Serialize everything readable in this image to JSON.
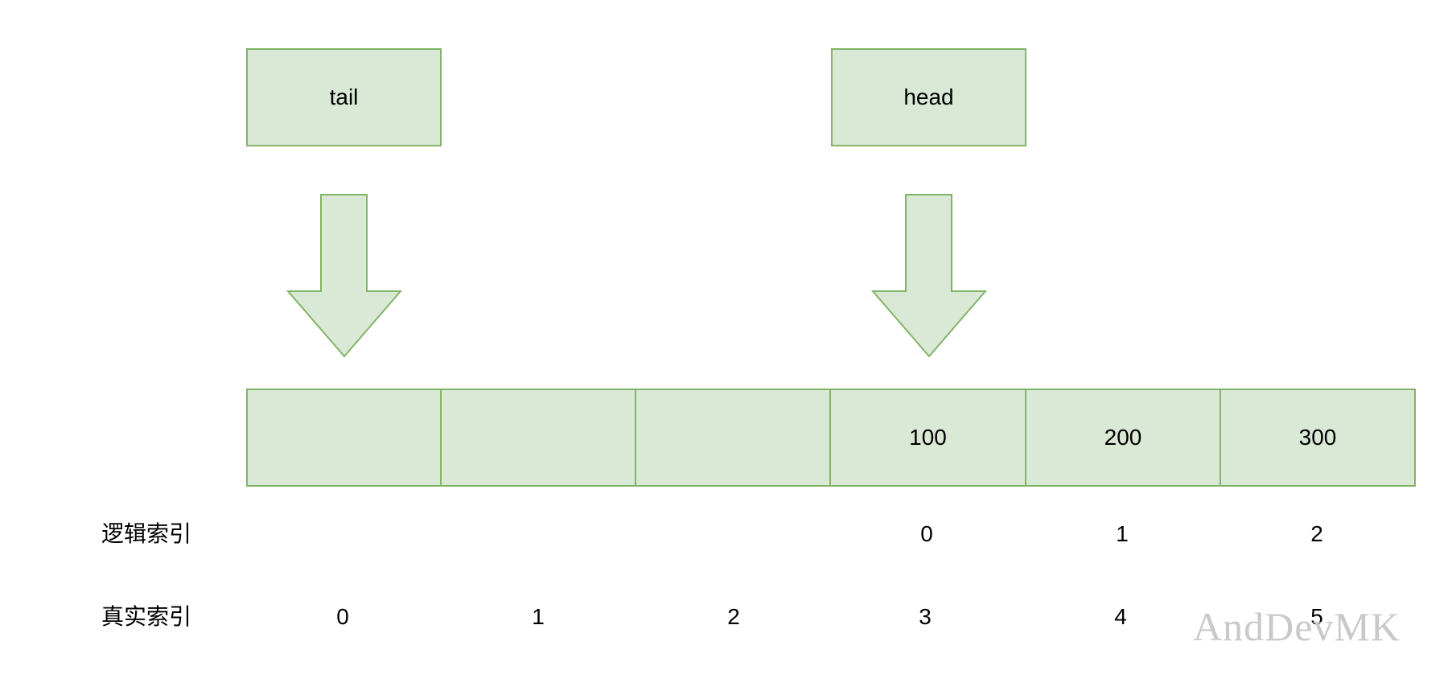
{
  "pointers": [
    {
      "label": "tail",
      "index": 0
    },
    {
      "label": "head",
      "index": 3
    }
  ],
  "array": {
    "cells": [
      "",
      "",
      "",
      "100",
      "200",
      "300"
    ]
  },
  "rows": {
    "logical": {
      "title": "逻辑索引",
      "values": [
        "",
        "",
        "",
        "0",
        "1",
        "2"
      ]
    },
    "real": {
      "title": "真实索引",
      "values": [
        "0",
        "1",
        "2",
        "3",
        "4",
        "5"
      ]
    }
  },
  "watermark": "AndDevMK",
  "colors": {
    "fill": "#dae8d6",
    "stroke": "#82b366",
    "watermark": "#c9c9c9"
  }
}
